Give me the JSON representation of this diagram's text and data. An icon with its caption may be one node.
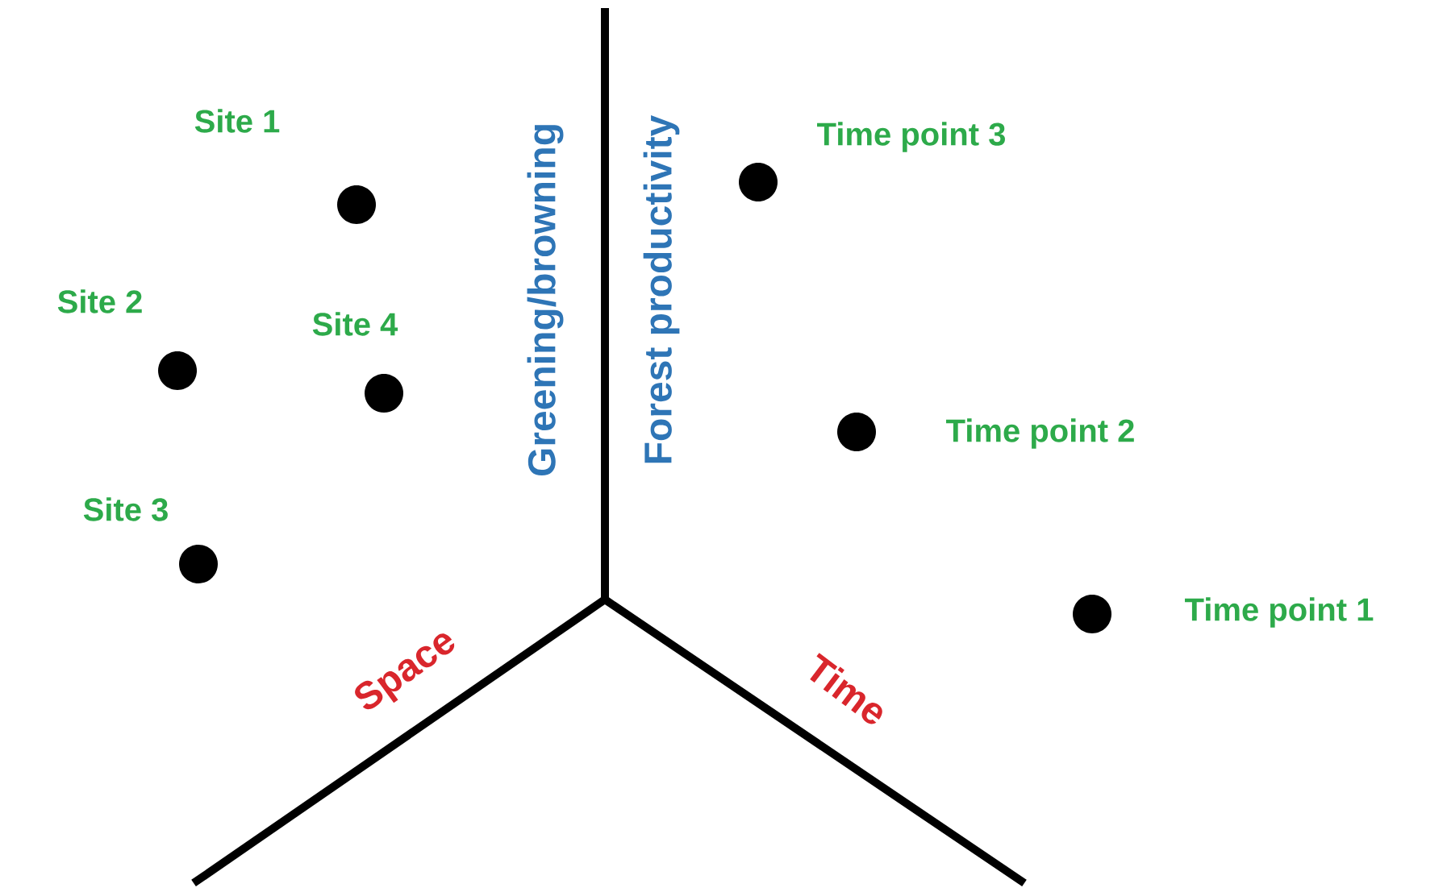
{
  "diagram": {
    "nodes": [
      {
        "text": [],
        "shape": "circle",
        "beside": [
          "Site 1"
        ]
      },
      {
        "text": [],
        "shape": "circle",
        "beside": [
          "Site 2"
        ]
      },
      {
        "text": [],
        "shape": "circle",
        "beside": [
          "Site 4"
        ]
      },
      {
        "text": [],
        "shape": "circle",
        "beside": [
          "Site 3"
        ]
      },
      {
        "text": [],
        "shape": "circle",
        "beside": [
          "Time point 3"
        ]
      },
      {
        "text": [],
        "shape": "circle",
        "beside": [
          "Time point 2"
        ]
      },
      {
        "text": [],
        "shape": "circle",
        "beside": [
          "Time point 1"
        ]
      }
    ],
    "labels": [
      "Greening/browning",
      "Forest productivity",
      "Space",
      "Time"
    ]
  }
}
